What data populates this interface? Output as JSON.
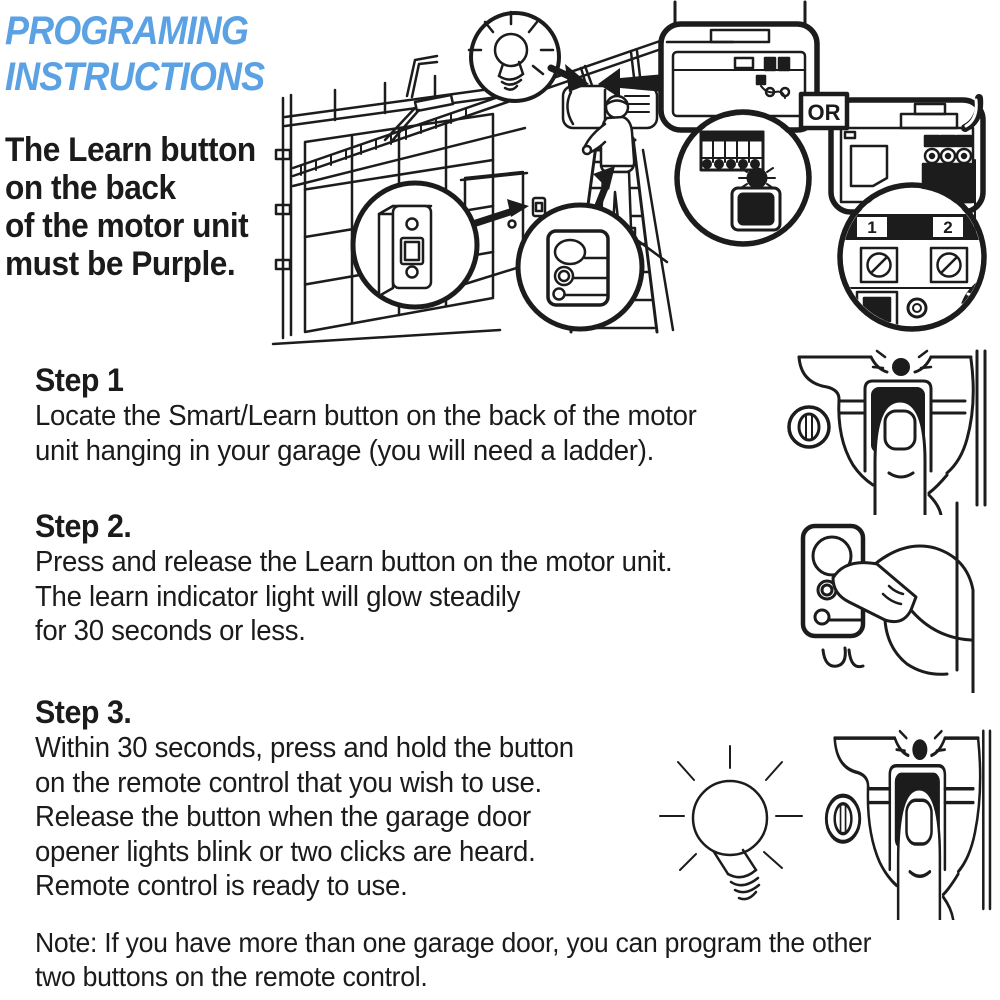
{
  "colors": {
    "title_blue": "#5aa2e4",
    "text_black": "#1b1b1b",
    "line_art": "#1c1c1c",
    "background": "#ffffff"
  },
  "title": {
    "text": "PROGRAMING\nINSTRUCTIONS"
  },
  "intro": {
    "text": "The Learn button\non the back\nof the motor unit\nmust be Purple."
  },
  "diagram": {
    "or_label": "OR",
    "terminal_1_label": "1",
    "terminal_2_label": "2"
  },
  "steps": [
    {
      "heading": "Step 1",
      "body": "Locate the Smart/Learn button on the back of the motor\nunit hanging in your garage (you will need a ladder)."
    },
    {
      "heading": "Step 2.",
      "body": "Press and release the Learn button on the motor unit.\nThe learn indicator light will glow steadily\nfor 30 seconds or less."
    },
    {
      "heading": "Step 3.",
      "body": "Within 30 seconds, press and hold the button\non the remote control that you wish to use.\nRelease the button when the garage door\nopener lights blink or two clicks are heard.\nRemote control is ready to use."
    }
  ],
  "note": {
    "text": "Note: If you have more than one garage door, you can program the other\ntwo buttons on the remote control."
  }
}
